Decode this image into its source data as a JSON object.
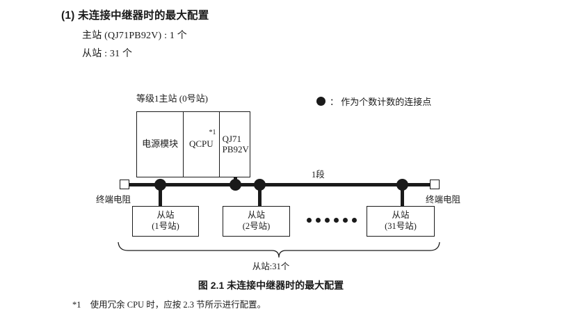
{
  "heading": {
    "number": "(1)",
    "title": "未连接中继器时的最大配置",
    "full": "(1) 未连接中继器时的最大配置"
  },
  "specs": {
    "master": "主站 (QJ71PB92V) : 1 个",
    "slave": "从站 : 31 个"
  },
  "legend": {
    "symbol": "filled-circle",
    "separator": "：",
    "text": "作为个数计数的连接点",
    "full": "： 作为个数计数的连接点"
  },
  "diagram": {
    "master_station": {
      "caption": "等级1主站 (0号站)",
      "cells": {
        "power_supply": "电源模块",
        "cpu": "QCPU",
        "cpu_footnote": "*1",
        "module_line1": "QJ71",
        "module_line2": "PB92V"
      }
    },
    "bus": {
      "segment_label": "1段",
      "terminator_left": "终端电阻",
      "terminator_right": "终端电阻",
      "node_count": 4
    },
    "slaves": [
      {
        "name": "从站",
        "station": "(1号站)"
      },
      {
        "name": "从站",
        "station": "(2号站)"
      },
      {
        "name": "从站",
        "station": "(31号站)"
      }
    ],
    "ellipsis_dot_count": 6,
    "brace_label": "从站:31个"
  },
  "figure": {
    "caption": "图 2.1  未连接中继器时的最大配置"
  },
  "footnote": {
    "mark": "*1",
    "text": "使用冗余 CPU 时，应按 2.3 节所示进行配置。"
  },
  "colors": {
    "ink": "#1a1a1a",
    "background": "#ffffff"
  }
}
